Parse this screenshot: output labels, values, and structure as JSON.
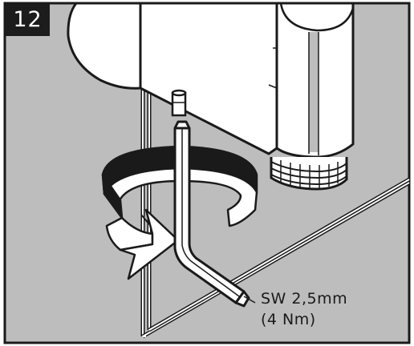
{
  "step": {
    "number": "12"
  },
  "tool": {
    "size": "SW 2,5mm",
    "torque": "(4 Nm)"
  },
  "icons": {
    "rotation": "clockwise-rotation-arrow-icon",
    "hex_key": "hex-key-icon",
    "faucet": "faucet-body-icon"
  },
  "colors": {
    "background": "#bdbdbd",
    "wall": "#c4c4c4",
    "fixture": "#ffffff",
    "arrow_dark": "#1a1a1a",
    "badge": "#1c1c1c",
    "outline": "#1a1a1a"
  }
}
